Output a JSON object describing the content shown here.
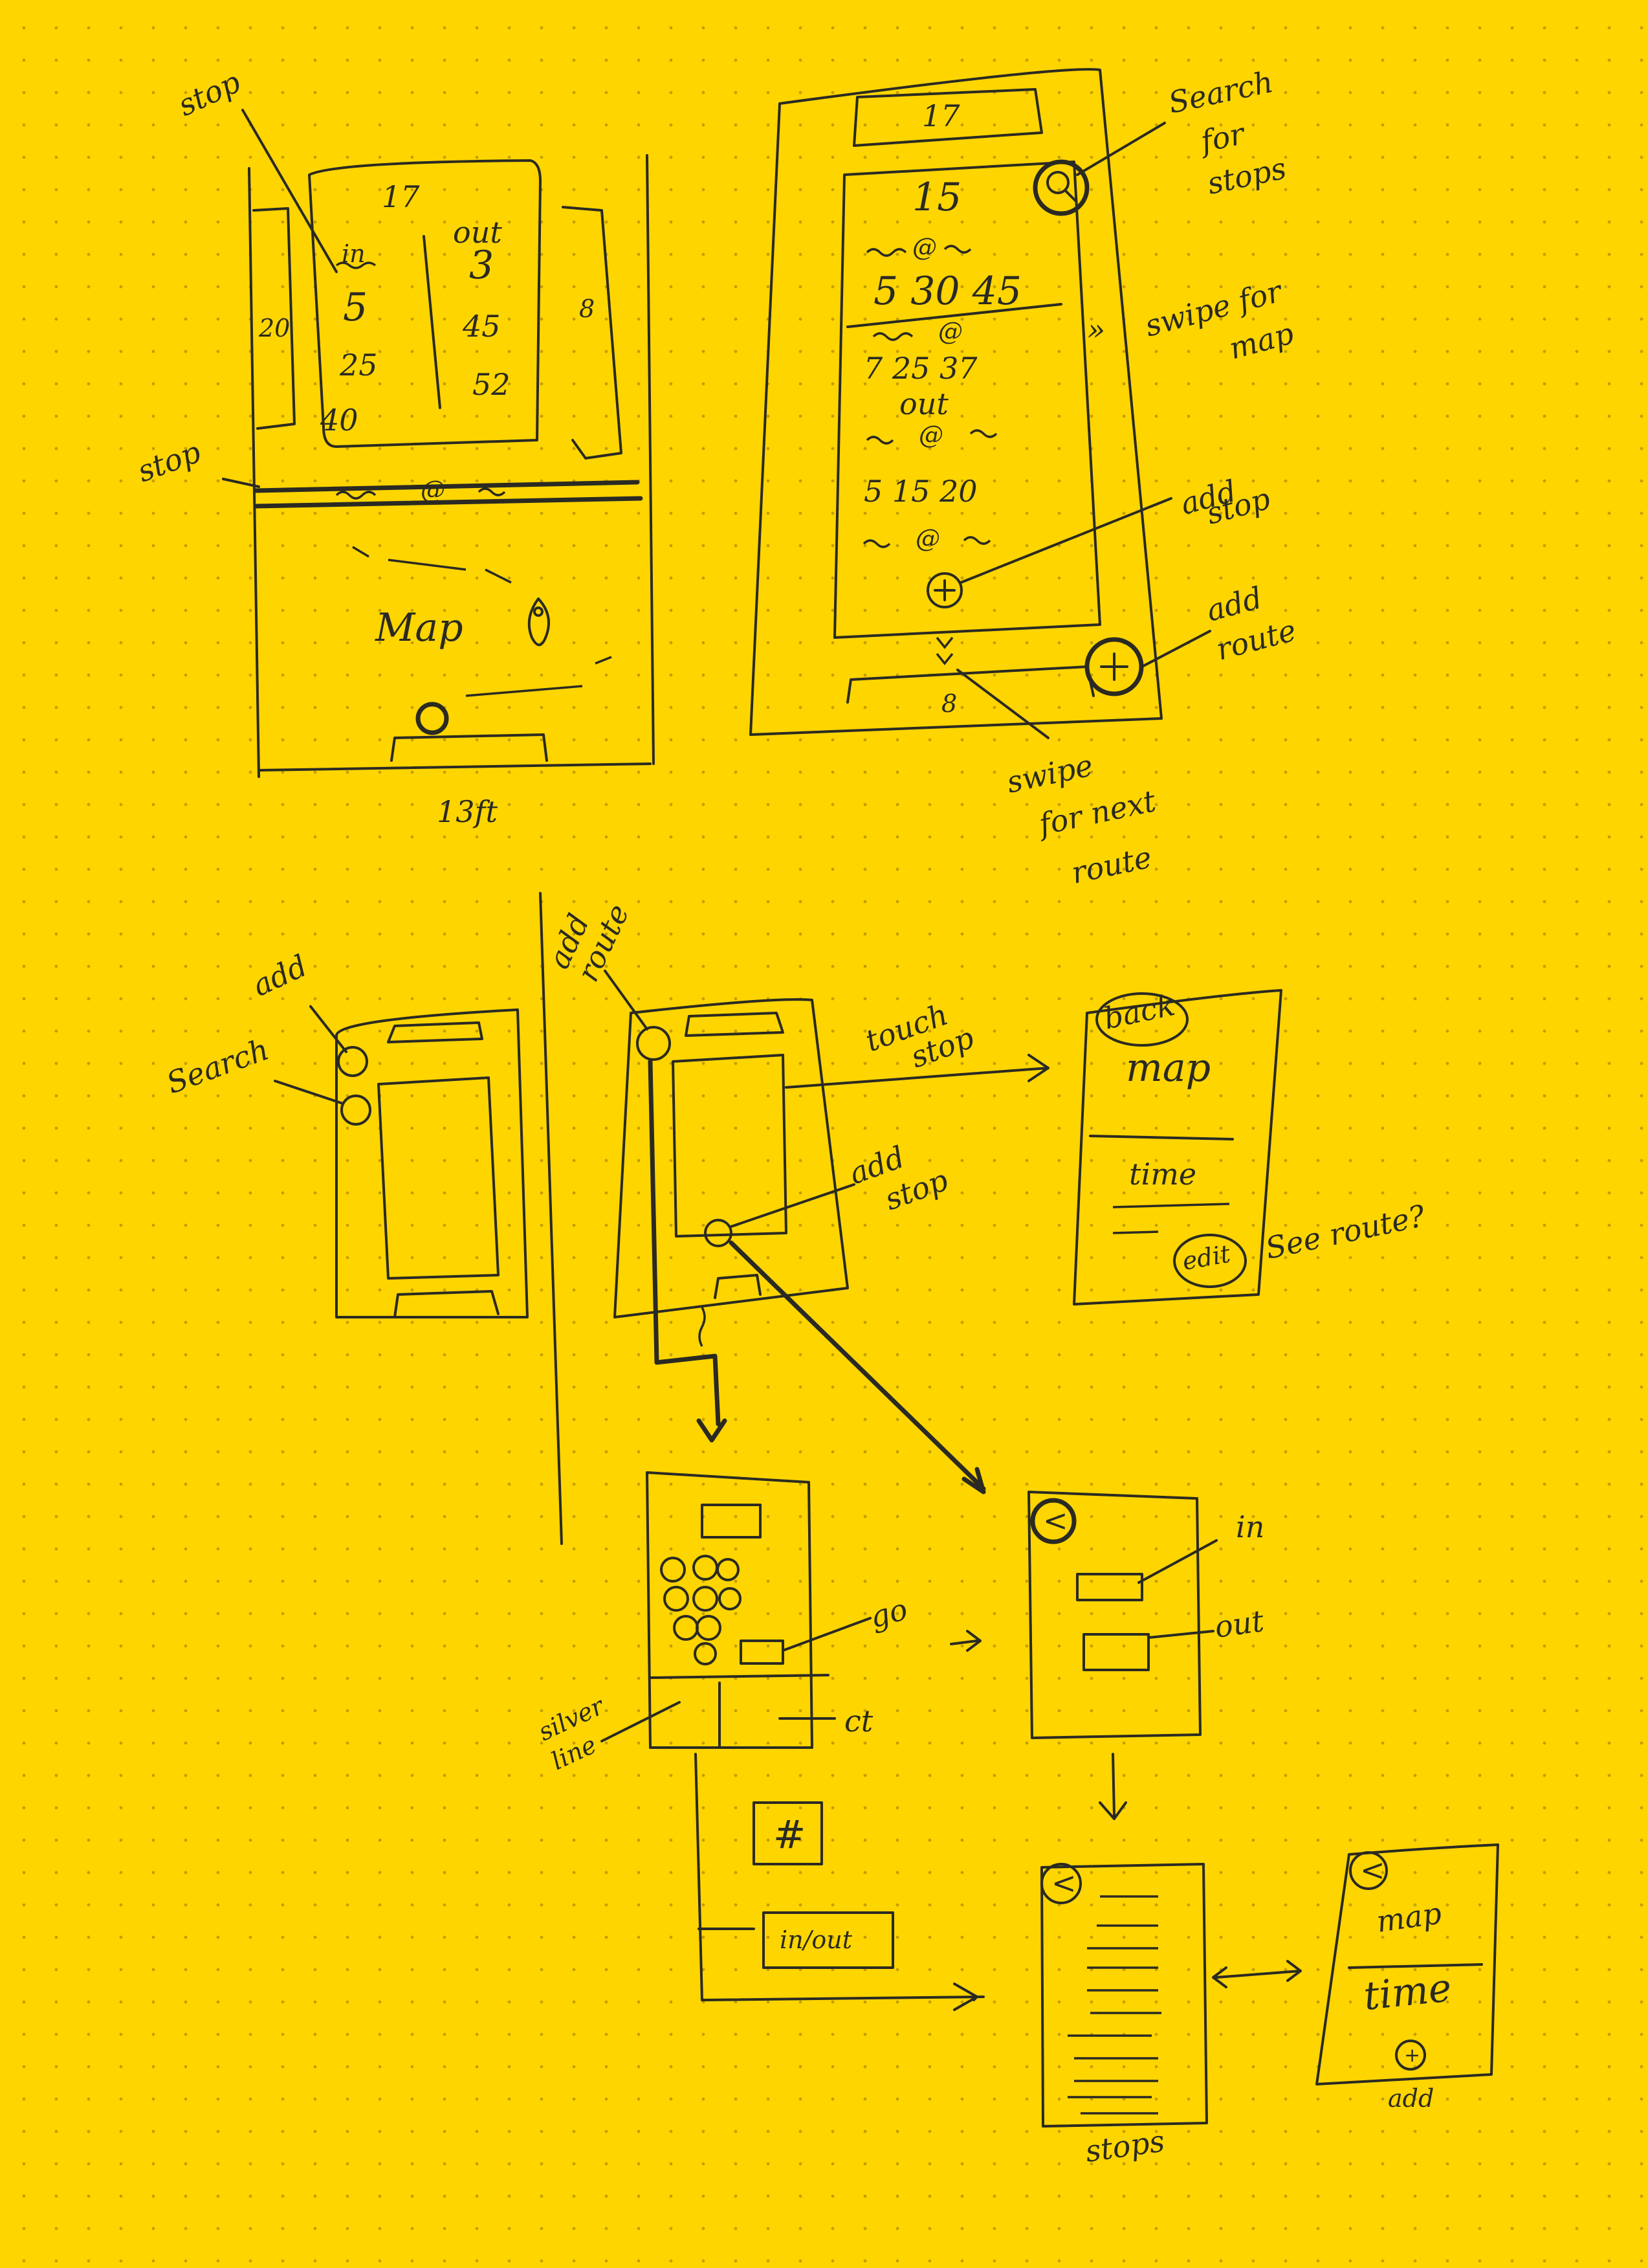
{
  "sketch1": {
    "top_label": "17",
    "col_in": "in",
    "col_out": "out",
    "in_times": [
      "5",
      "25",
      "40"
    ],
    "out_times": [
      "3",
      "45",
      "52"
    ],
    "left_route": "20",
    "right_route": "8",
    "stop_callout_top": "stop",
    "stop_callout_left": "stop",
    "stop_bar_at": "@",
    "map_text": "Map",
    "footer": "13ft"
  },
  "sketch2": {
    "top_label": "17",
    "card_header": "15",
    "row1_at": "@",
    "row1_times": "5  30 45",
    "row2_at": "@",
    "row2_times": "7  25  37",
    "section_out": "out",
    "row3_at": "@",
    "row3_times": "5  15  20",
    "row4_at": "@",
    "arrows": "»",
    "bottom_label": "8",
    "callouts": {
      "search_1": "Search",
      "search_2": "for",
      "search_3": "stops",
      "swipe_map_1": "swipe for",
      "swipe_map_2": "map",
      "add_stop_1": "add",
      "add_stop_2": "stop",
      "add_route_1": "add",
      "add_route_2": "route",
      "swipe_next_1": "swipe",
      "swipe_next_2": "for next",
      "swipe_next_3": "route"
    }
  },
  "sketch3": {
    "label_add": "add",
    "label_search": "Search"
  },
  "sketch4": {
    "label_add_route_1": "add",
    "label_add_route_2": "route",
    "label_touch_stop_1": "touch",
    "label_touch_stop_2": "stop",
    "label_add_stop_1": "add",
    "label_add_stop_2": "stop"
  },
  "sketch5": {
    "back": "back",
    "map": "map",
    "time": "time",
    "edit": "edit",
    "note": "See route?"
  },
  "sketch6": {
    "go": "go",
    "silver_line_1": "silver",
    "silver_line_2": "line",
    "ct": "ct"
  },
  "sketch7": {
    "hash": "#",
    "in_out": "in/out"
  },
  "sketch8": {
    "back": "<",
    "in": "in",
    "out": "out"
  },
  "sketch9": {
    "back": "<",
    "label": "stops"
  },
  "sketch10": {
    "back": "<",
    "map": "map",
    "time": "time",
    "plus": "+",
    "label": "add"
  }
}
